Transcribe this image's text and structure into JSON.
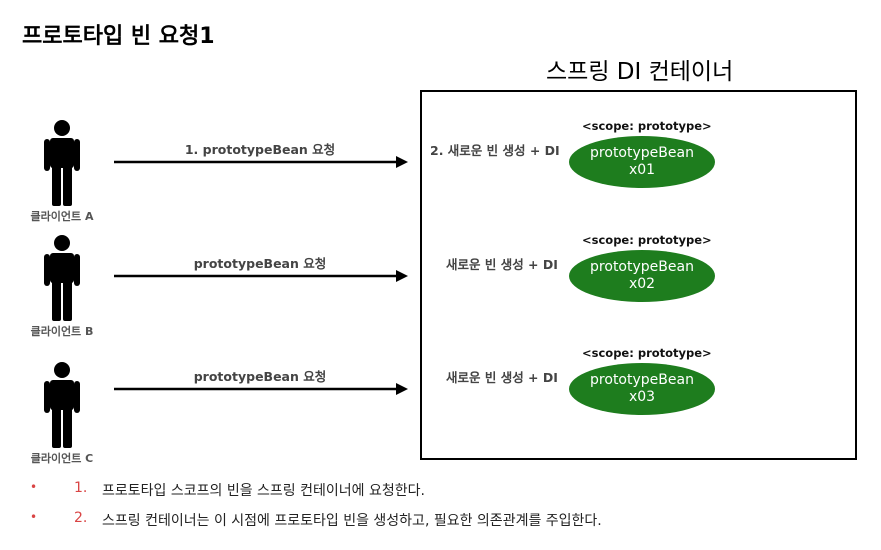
{
  "title": "프로토타입 빈 요청1",
  "container": {
    "title": "스프링 DI 컨테이너"
  },
  "clients": [
    {
      "label": "클라이언트 A",
      "request": "1. prototypeBean 요청",
      "create": "2. 새로운 빈 생성 + DI",
      "scope": "<scope: prototype>",
      "bean_name": "prototypeBean",
      "bean_id": "x01"
    },
    {
      "label": "클라이언트 B",
      "request": "prototypeBean 요청",
      "create": "새로운 빈 생성 + DI",
      "scope": "<scope: prototype>",
      "bean_name": "prototypeBean",
      "bean_id": "x02"
    },
    {
      "label": "클라이언트 C",
      "request": "prototypeBean 요청",
      "create": "새로운 빈 생성 + DI",
      "scope": "<scope: prototype>",
      "bean_name": "prototypeBean",
      "bean_id": "x03"
    }
  ],
  "notes": [
    {
      "bullet": "•",
      "number": "1.",
      "text": "프로토타입 스코프의 빈을 스프링 컨테이너에 요청한다."
    },
    {
      "bullet": "•",
      "number": "2.",
      "text": "스프링 컨테이너는 이 시점에 프로토타입 빈을 생성하고, 필요한 의존관계를 주입한다."
    }
  ],
  "colors": {
    "bean_fill": "#1e7d1e",
    "accent_red": "#d94444",
    "arrow": "#000000"
  },
  "icons": {
    "client": "person-icon"
  }
}
